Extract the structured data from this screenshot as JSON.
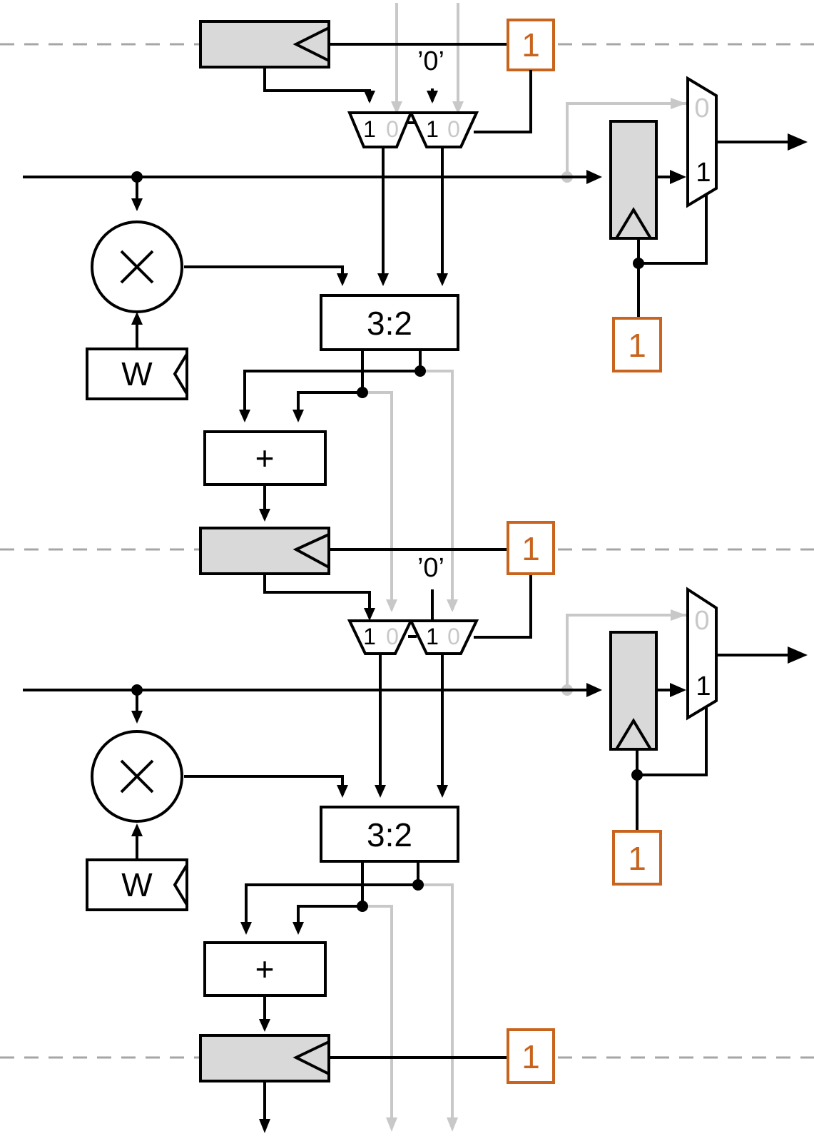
{
  "diagram": {
    "stages": [
      {
        "adder_3to2_label": "3:2",
        "adder_label": "+",
        "multiplier_symbol": "×",
        "weight_register_label": "W",
        "constant_zero_label": "’0’",
        "mux_a": {
          "in1": "1",
          "in0": "0"
        },
        "mux_b": {
          "in1": "1",
          "in0": "0"
        },
        "output_mux": {
          "in0": "0",
          "in1": "1"
        },
        "enable_top": "1",
        "enable_right": "1"
      },
      {
        "adder_3to2_label": "3:2",
        "adder_label": "+",
        "multiplier_symbol": "×",
        "weight_register_label": "W",
        "constant_zero_label": "’0’",
        "mux_a": {
          "in1": "1",
          "in0": "0"
        },
        "mux_b": {
          "in1": "1",
          "in0": "0"
        },
        "output_mux": {
          "in0": "0",
          "in1": "1"
        },
        "enable_top": "1",
        "enable_right": "1"
      }
    ],
    "bottom_enable": "1",
    "colors": {
      "wire": "#000000",
      "inactive_wire": "#c8c8c8",
      "register_fill": "#d9d9d9",
      "enable_constant": "#c8641e",
      "pipeline_cut": "#a6a6a6"
    }
  }
}
